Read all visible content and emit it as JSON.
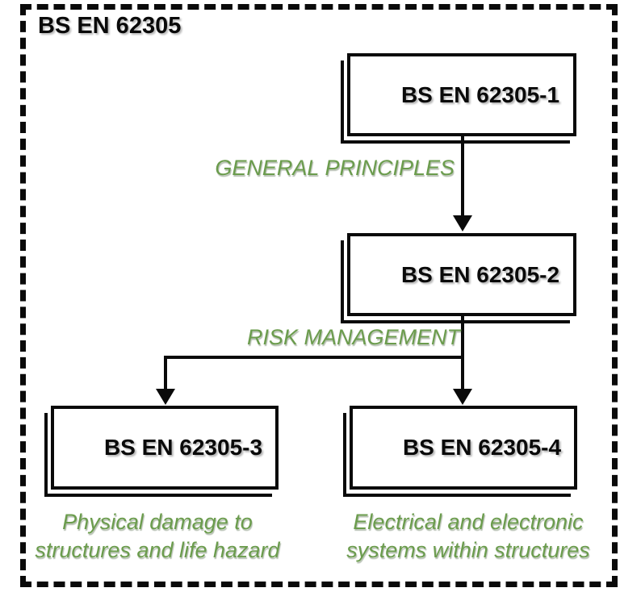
{
  "diagram": {
    "title": "BS EN 62305",
    "nodes": [
      {
        "label": "BS EN 62305-1"
      },
      {
        "label": "BS EN 62305-2"
      },
      {
        "label": "BS EN 62305-3"
      },
      {
        "label": "BS EN 62305-4"
      }
    ],
    "connector_labels": [
      {
        "text": "GENERAL PRINCIPLES"
      },
      {
        "text": "RISK MANAGEMENT"
      }
    ],
    "captions": [
      {
        "lines": [
          "Physical damage to",
          "structures and life hazard"
        ]
      },
      {
        "lines": [
          "Electrical and electronic",
          "systems within structures"
        ]
      }
    ],
    "colors": {
      "label_green": "#6b9c4d",
      "line_black": "#0a0a0a",
      "background": "#ffffff"
    }
  }
}
